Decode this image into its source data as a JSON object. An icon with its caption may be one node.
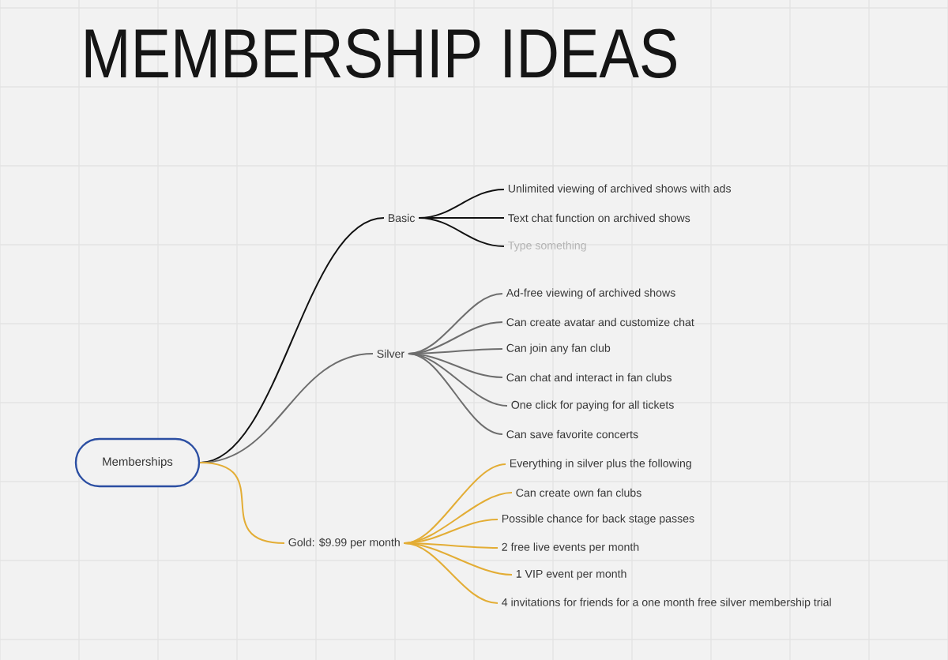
{
  "diagram": {
    "title": "MEMBERSHIP IDEAS",
    "nodes": [
      {
        "text": [
          "Memberships"
        ]
      },
      {
        "text": [
          "Basic"
        ]
      },
      {
        "text": [
          "Silver"
        ]
      },
      {
        "text": [
          "Gold: $9.99 per month"
        ]
      },
      {
        "text": [
          "Unlimited viewing of archived shows with ads"
        ]
      },
      {
        "text": [
          "Text chat function on archived shows"
        ]
      },
      {
        "text": [
          "Type something"
        ]
      },
      {
        "text": [
          "Ad-free viewing of archived shows"
        ]
      },
      {
        "text": [
          "Can create avatar and customize chat"
        ]
      },
      {
        "text": [
          "Can join any fan club"
        ]
      },
      {
        "text": [
          "Can chat and interact in fan clubs"
        ]
      },
      {
        "text": [
          "One click for paying for all tickets"
        ]
      },
      {
        "text": [
          "Can save favorite concerts"
        ]
      },
      {
        "text": [
          "Everything in silver plus the following"
        ]
      },
      {
        "text": [
          "Can create own fan clubs"
        ]
      },
      {
        "text": [
          "Possible chance for back stage passes"
        ]
      },
      {
        "text": [
          "2 free live events per month"
        ]
      },
      {
        "text": [
          "1 VIP event per month"
        ]
      },
      {
        "text": [
          "4 invitations for friends for a one month free silver membership trial"
        ]
      }
    ],
    "edges": [
      {
        "from": 0,
        "to": 1,
        "arrow": "none",
        "color": "#111111"
      },
      {
        "from": 0,
        "to": 2,
        "arrow": "none",
        "color": "#6e6e6e"
      },
      {
        "from": 0,
        "to": 3,
        "arrow": "none",
        "color": "#e3ad35"
      },
      {
        "from": 1,
        "to": 4,
        "arrow": "none",
        "color": "#111111"
      },
      {
        "from": 1,
        "to": 5,
        "arrow": "none",
        "color": "#111111"
      },
      {
        "from": 1,
        "to": 6,
        "arrow": "none",
        "color": "#111111"
      },
      {
        "from": 2,
        "to": 7,
        "arrow": "none",
        "color": "#6e6e6e"
      },
      {
        "from": 2,
        "to": 8,
        "arrow": "none",
        "color": "#6e6e6e"
      },
      {
        "from": 2,
        "to": 9,
        "arrow": "none",
        "color": "#6e6e6e"
      },
      {
        "from": 2,
        "to": 10,
        "arrow": "none",
        "color": "#6e6e6e"
      },
      {
        "from": 2,
        "to": 11,
        "arrow": "none",
        "color": "#6e6e6e"
      },
      {
        "from": 2,
        "to": 12,
        "arrow": "none",
        "color": "#6e6e6e"
      },
      {
        "from": 3,
        "to": 13,
        "arrow": "none",
        "color": "#e3ad35"
      },
      {
        "from": 3,
        "to": 14,
        "arrow": "none",
        "color": "#e3ad35"
      },
      {
        "from": 3,
        "to": 15,
        "arrow": "none",
        "color": "#e3ad35"
      },
      {
        "from": 3,
        "to": 16,
        "arrow": "none",
        "color": "#e3ad35"
      },
      {
        "from": 3,
        "to": 17,
        "arrow": "none",
        "color": "#e3ad35"
      },
      {
        "from": 3,
        "to": 18,
        "arrow": "none",
        "color": "#e3ad35"
      }
    ]
  }
}
